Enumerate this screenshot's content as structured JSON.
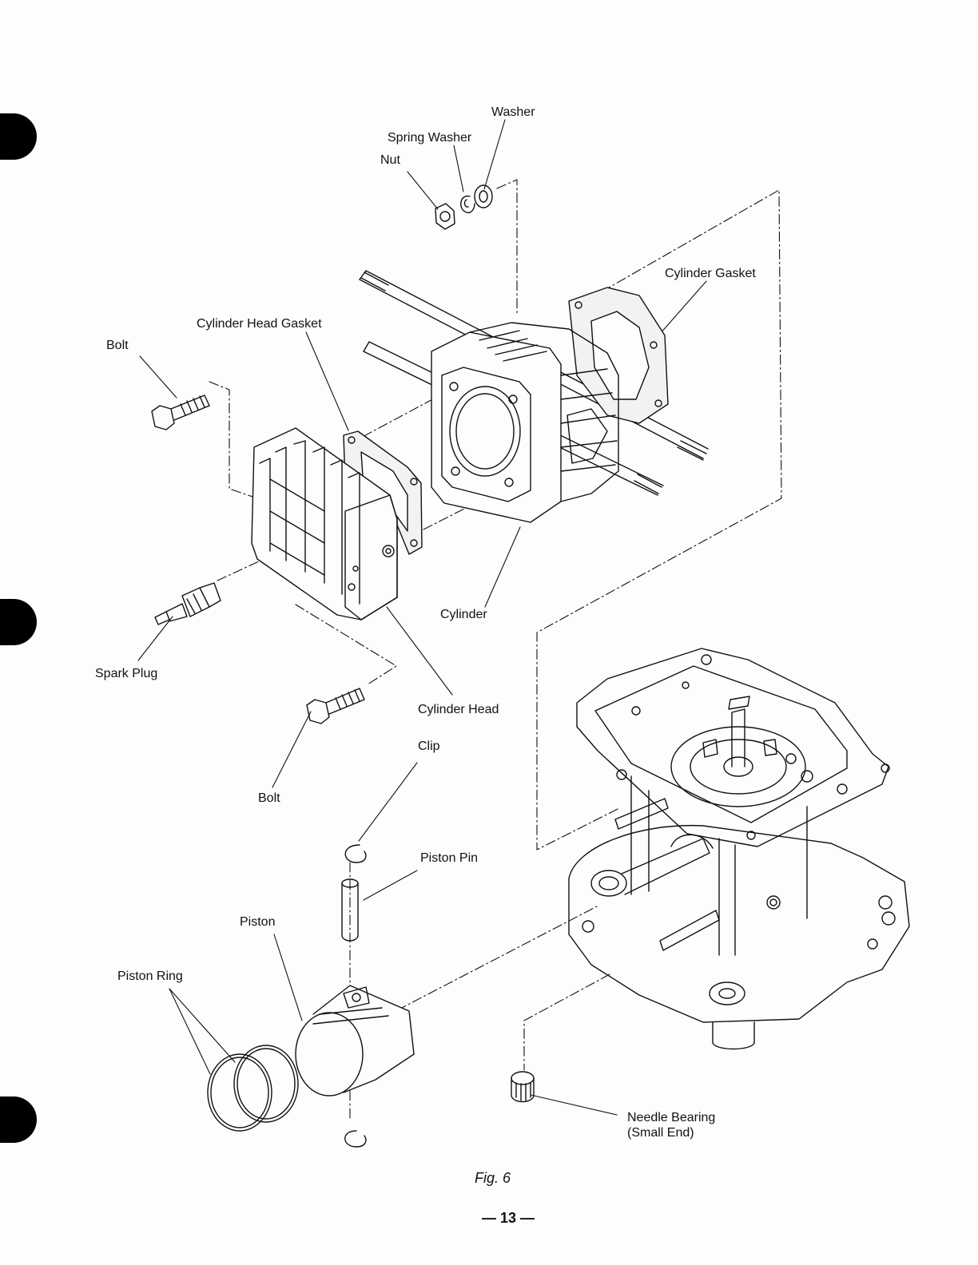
{
  "labels": {
    "washer": "Washer",
    "spring_washer": "Spring Washer",
    "nut": "Nut",
    "cylinder_gasket": "Cylinder Gasket",
    "cylinder_head_gasket": "Cylinder Head Gasket",
    "bolt_top": "Bolt",
    "cylinder": "Cylinder",
    "spark_plug": "Spark Plug",
    "cylinder_head": "Cylinder Head",
    "bolt_bottom": "Bolt",
    "clip": "Clip",
    "piston_pin": "Piston Pin",
    "piston": "Piston",
    "piston_ring": "Piston Ring",
    "needle_bearing": "Needle Bearing",
    "needle_bearing_sub": "(Small End)"
  },
  "caption": "Fig. 6",
  "page_number": "— 13 —"
}
